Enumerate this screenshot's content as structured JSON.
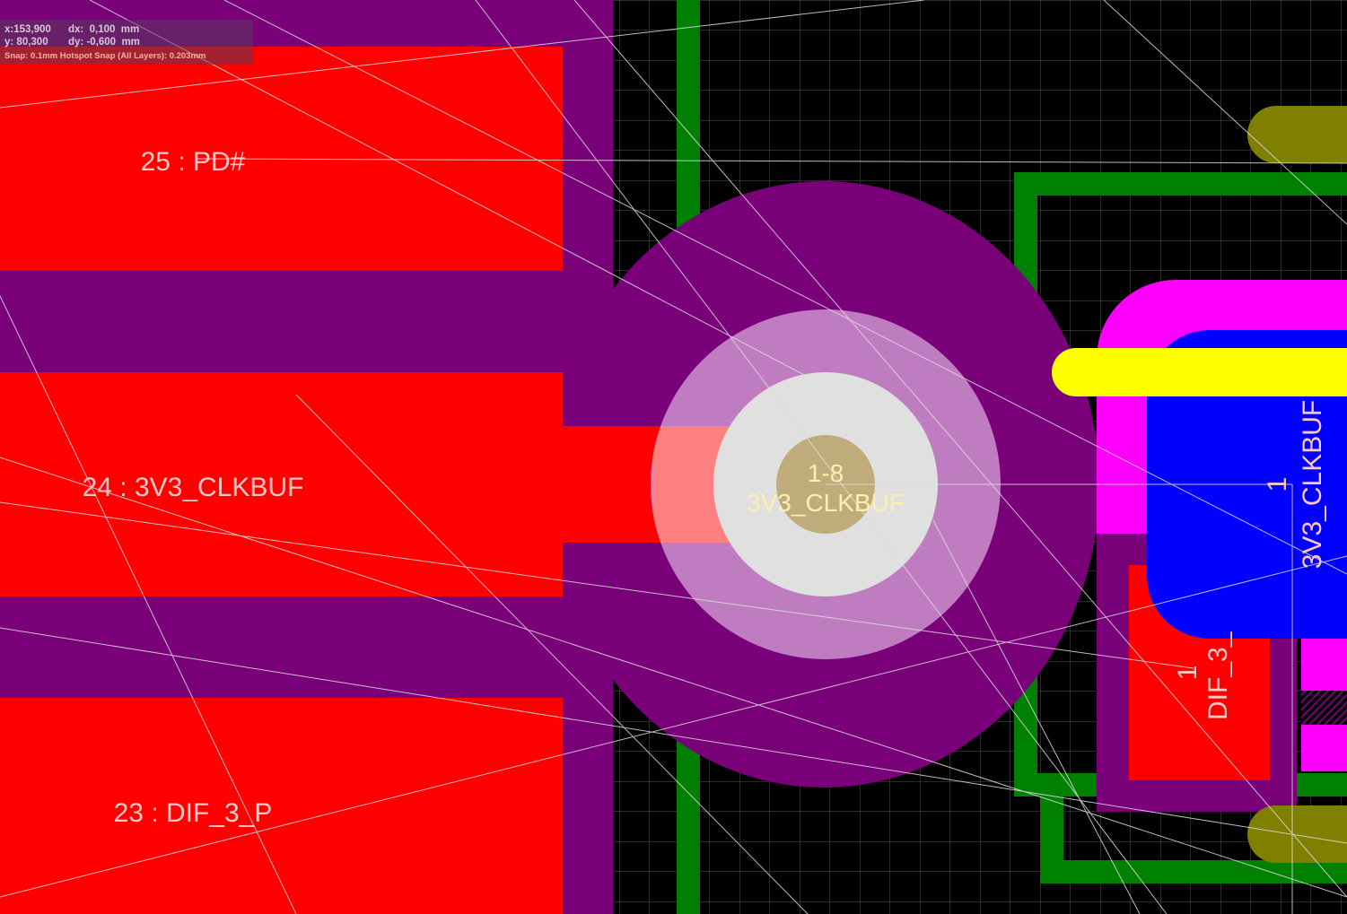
{
  "hud": {
    "x_label": "x:153,900",
    "dx_label": "dx:  0,100  mm",
    "y_label": "y: 80,300",
    "dy_label": "dy: -0,600  mm",
    "snap": "Snap: 0.1mm Hotspot Snap (All Layers): 0.203mm"
  },
  "pads": [
    {
      "label": "25 : PD#"
    },
    {
      "label": "24 : 3V3_CLKBUF"
    },
    {
      "label": "23 : DIF_3_P"
    }
  ],
  "via": {
    "designator": "1-8",
    "net": "3V3_CLKBUF"
  },
  "right_pads": [
    {
      "pin": "1",
      "net": "3V3_CLKBUF"
    },
    {
      "pin": "1",
      "net": "DIF_3_"
    }
  ],
  "colors": {
    "background": "#000000",
    "top_layer": "#ff0000",
    "solder_mask": "#7a007a",
    "bottom_layer": "#0000ff",
    "overlay": "#ffff00",
    "keepout": "#008000",
    "paste": "#ff00ff",
    "via_hole": "#bfac7a"
  }
}
